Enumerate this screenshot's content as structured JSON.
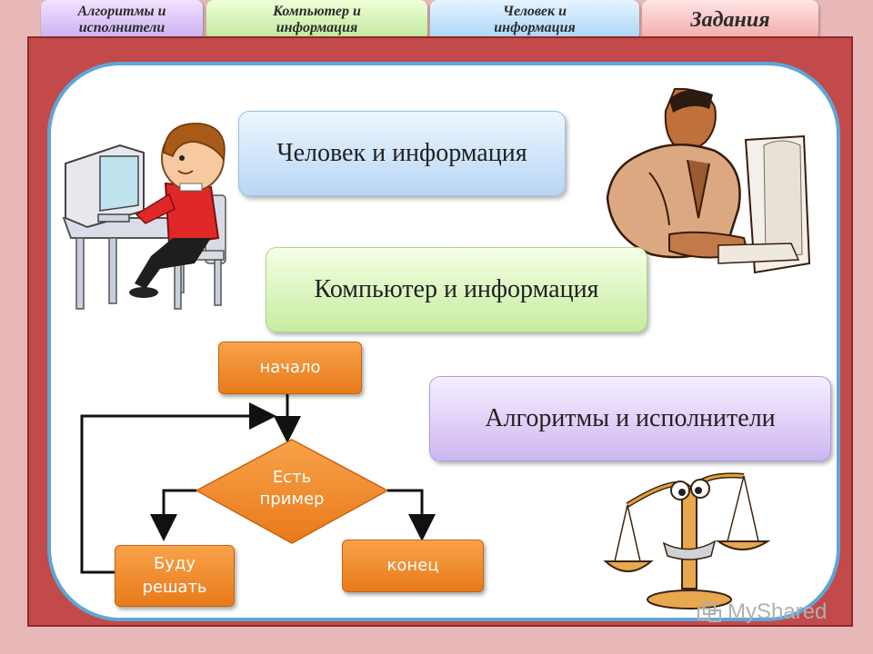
{
  "tabs": [
    {
      "label": "Алгоритмы и\nисполнители"
    },
    {
      "label": "Компьютер и\nинформация"
    },
    {
      "label": "Человек и\nинформация"
    },
    {
      "label": "Задания"
    }
  ],
  "sections": {
    "human": "Человек и информация",
    "computer": "Компьютер и информация",
    "algo": "Алгоритмы и исполнители"
  },
  "flowchart": {
    "start": "начало",
    "decision": "Есть\nпример",
    "solve": "Буду\nрешать",
    "end": "конец"
  },
  "watermark": "MyShared",
  "colors": {
    "background": "#e8b8b8",
    "frame": "#c24a4a",
    "panel_border": "#5ea5d8",
    "flow_orange": "#f08a2a"
  },
  "icons": [
    "boy-at-computer-icon",
    "man-at-computer-icon",
    "scales-icon",
    "myshared-logo-icon"
  ]
}
